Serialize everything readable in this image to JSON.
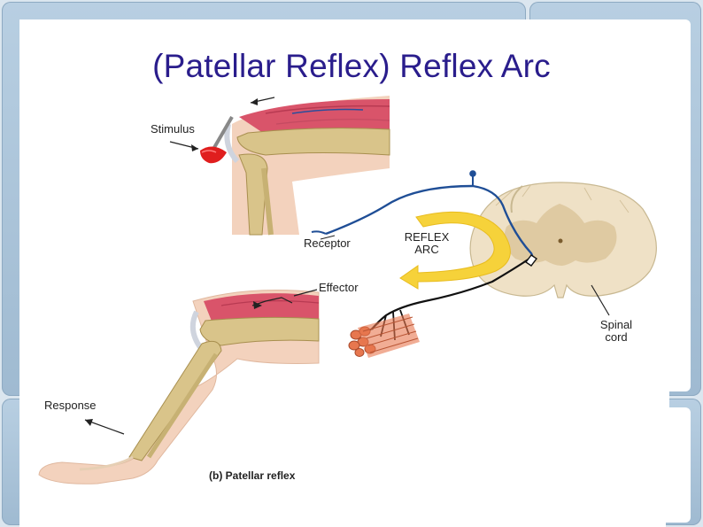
{
  "slide": {
    "title": "(Patellar Reflex) Reflex Arc"
  },
  "diagram": {
    "labels": {
      "stimulus": "Stimulus",
      "receptor": "Receptor",
      "reflex_arc_line1": "REFLEX",
      "reflex_arc_line2": "ARC",
      "effector": "Effector",
      "spinal_cord_line1": "Spinal",
      "spinal_cord_line2": "cord",
      "response": "Response"
    },
    "caption": "(b) Patellar reflex"
  },
  "colors": {
    "title": "#2a1d8c",
    "frame": "#a9c2d8",
    "bone": "#d9c48a",
    "muscle": "#d9546a",
    "skin": "#f3d2bd",
    "sensory_nerve": "#1f4e96",
    "motor_nerve": "#111111",
    "arc_arrow": "#f6d23a",
    "spinal_cord": "#efe1c6"
  }
}
